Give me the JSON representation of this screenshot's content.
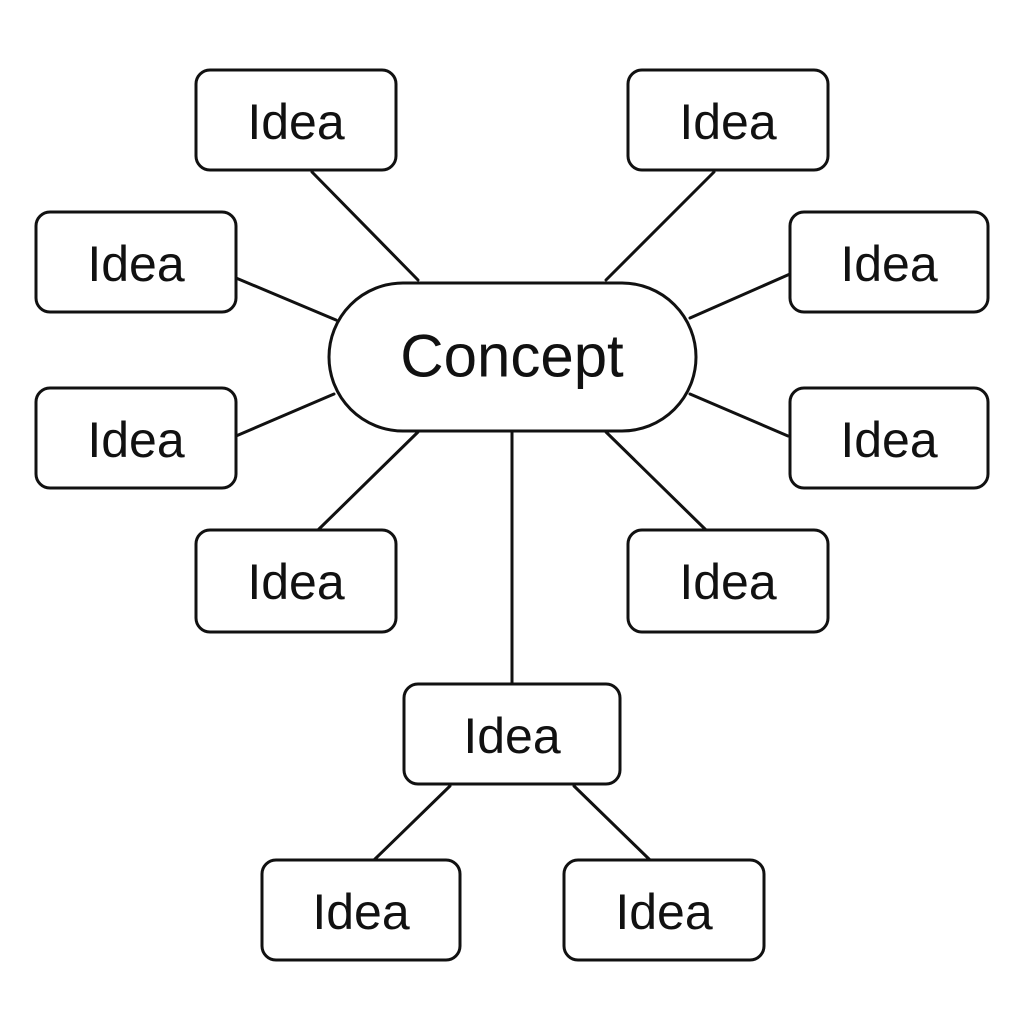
{
  "diagram": {
    "central": {
      "label": "Concept"
    },
    "ideas": [
      {
        "label": "Idea"
      },
      {
        "label": "Idea"
      },
      {
        "label": "Idea"
      },
      {
        "label": "Idea"
      },
      {
        "label": "Idea"
      },
      {
        "label": "Idea"
      },
      {
        "label": "Idea"
      },
      {
        "label": "Idea"
      },
      {
        "label": "Idea"
      },
      {
        "label": "Idea"
      },
      {
        "label": "Idea"
      }
    ]
  },
  "colors": {
    "stroke": "#111111",
    "background": "#ffffff"
  }
}
